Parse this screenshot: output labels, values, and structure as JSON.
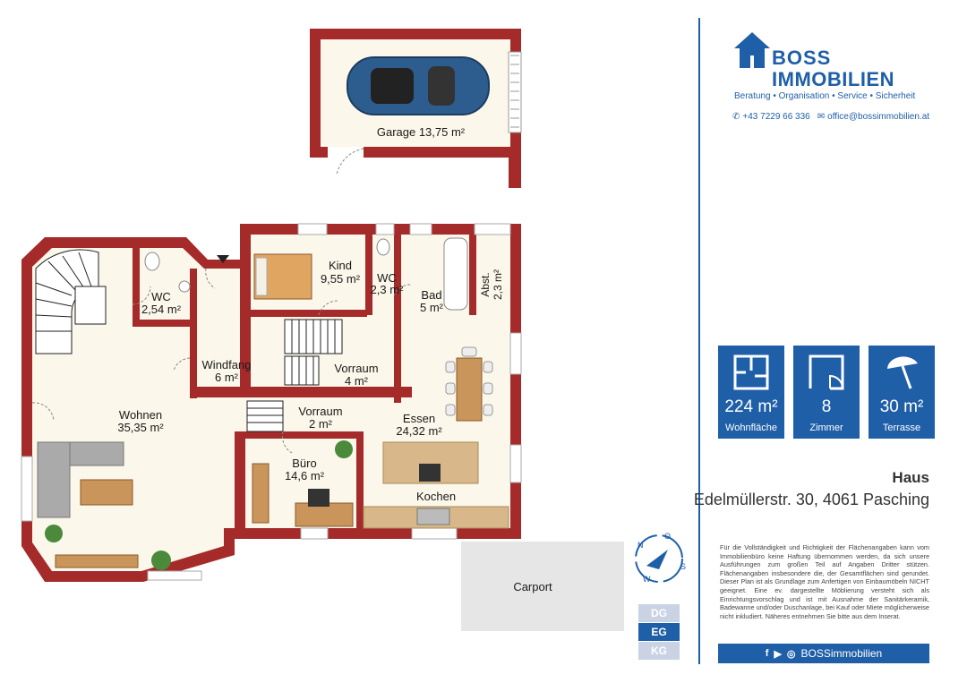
{
  "company": {
    "name_line1": "BOSS",
    "name_line2": "IMMOBILIEN",
    "tagline": "Beratung • Organisation • Service • Sicherheit",
    "phone": "+43 7229 66 336",
    "email": "office@bossimmobilien.at",
    "brand_color": "#1f5fa8"
  },
  "rooms": [
    {
      "id": "garage",
      "label": "Garage 13,75 m²"
    },
    {
      "id": "kind",
      "name": "Kind",
      "area": "9,55 m²"
    },
    {
      "id": "wc1",
      "name": "WC",
      "area": "2,54 m²"
    },
    {
      "id": "wc2",
      "name": "WC",
      "area": "2,3 m²"
    },
    {
      "id": "bad",
      "name": "Bad",
      "area": "5 m²"
    },
    {
      "id": "abst",
      "name": "Abst.",
      "area": "2,3 m²"
    },
    {
      "id": "windfang",
      "name": "Windfang",
      "area": "6 m²"
    },
    {
      "id": "vorraum1",
      "name": "Vorraum",
      "area": "4 m²"
    },
    {
      "id": "vorraum2",
      "name": "Vorraum",
      "area": "2 m²"
    },
    {
      "id": "wohnen",
      "name": "Wohnen",
      "area": "35,35 m²"
    },
    {
      "id": "essen",
      "name": "Essen",
      "area": "24,32 m²"
    },
    {
      "id": "buero",
      "name": "Büro",
      "area": "14,6 m²"
    },
    {
      "id": "kochen",
      "name": "Kochen"
    },
    {
      "id": "carport",
      "name": "Carport"
    }
  ],
  "stats": [
    {
      "value": "224 m²",
      "caption": "Wohnfläche",
      "icon": "floorplan-icon"
    },
    {
      "value": "8",
      "caption": "Zimmer",
      "icon": "room-door-icon"
    },
    {
      "value": "30 m²",
      "caption": "Terrasse",
      "icon": "parasol-icon"
    }
  ],
  "property": {
    "type": "Haus",
    "address": "Edelmüllerstr. 30, 4061 Pasching"
  },
  "disclaimer": "Für die Vollständigkeit und Richtigkeit der Flächenangaben kann vom Immobilienbüro keine Haftung übernommen werden, da sich unsere Ausführungen zum großen Teil auf Angaben Dritter stützen. Flächenangaben insbesondere die, der Gesamtflächen sind gerundet. Dieser Plan ist als Grundlage zum Anfertigen von Einbaumöbeln NICHT geeignet. Eine ev. dargestellte Möblierung versteht sich als Einrichtungsvorschlag und ist mit Ausnahme der Sanitärkeramik, Badewanne und/oder Duschanlage, bei Kauf oder Miete möglicherweise nicht inkludiert. Näheres entnehmen Sie bitte aus dem Inserat.",
  "social_handle": "BOSSimmobilien",
  "compass": {
    "n": "N",
    "s": "S",
    "w": "W",
    "o": "O"
  },
  "floors": [
    {
      "label": "DG",
      "active": false
    },
    {
      "label": "EG",
      "active": true
    },
    {
      "label": "KG",
      "active": false
    }
  ],
  "colors": {
    "wall": "#a52a2a",
    "floor": "#fbf7ea",
    "carport": "#e6e6e6"
  }
}
